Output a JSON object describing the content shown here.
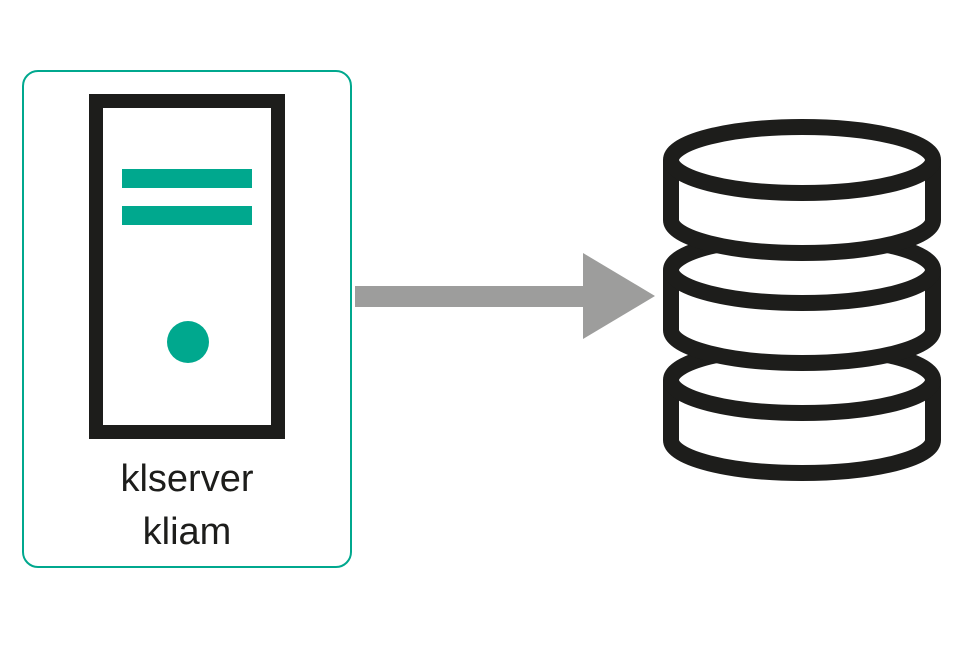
{
  "diagram": {
    "type": "flow",
    "nodes": [
      {
        "id": "server",
        "icon": "server-icon",
        "label_lines": [
          "klserver",
          "kliam"
        ],
        "border_color": "#00A88E"
      },
      {
        "id": "database",
        "icon": "database-icon",
        "label_lines": []
      }
    ],
    "connections": [
      {
        "from": "server",
        "to": "database",
        "style": "arrow-right",
        "color": "#9D9D9C"
      }
    ]
  },
  "colors": {
    "teal": "#00A88E",
    "ink": "#1D1D1B",
    "arrow": "#9D9D9C",
    "background": "#FFFFFF"
  }
}
